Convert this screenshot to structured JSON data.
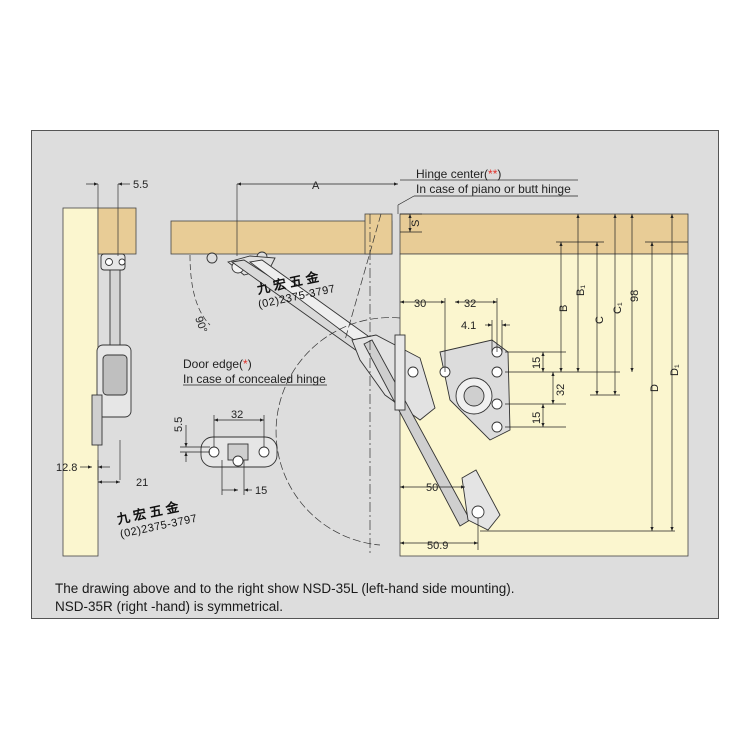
{
  "colors": {
    "wood": "#e8cc96",
    "cabinet": "#fbf6cf",
    "background": "#dddddd",
    "line": "#222222",
    "accent_red": "#e0312a"
  },
  "labels": {
    "hinge_center": "Hinge center(",
    "hinge_center_mark": "**",
    "hinge_center_close": ")",
    "piano_note": "In case of piano or butt hinge",
    "door_edge": "Door edge(",
    "door_edge_mark": "*",
    "door_edge_close": ")",
    "concealed_note": "In case of concealed hinge"
  },
  "dims": {
    "d_5_5_top": "5.5",
    "d_A": "A",
    "d_S": "S",
    "d_30": "30",
    "d_32_top": "32",
    "d_4_1": "4.1",
    "d_B": "B",
    "d_B1": "B₁",
    "d_C": "C",
    "d_C1": "C₁",
    "d_98": "98",
    "d_D": "D",
    "d_D1": "D₁",
    "d_15_a": "15",
    "d_32_side": "32",
    "d_15_b": "15",
    "d_50": "50",
    "d_50_9": "50.9",
    "d_90": "90°",
    "d_32_plate": "32",
    "d_5_5_plate": "5.5",
    "d_15_plate": "15",
    "d_12_8": "12.8",
    "d_21": "21"
  },
  "watermark": {
    "chars": "九 宏 五 金",
    "phone": "(02)2375-3797"
  },
  "caption": {
    "line1": "The drawing above and to the right show NSD-35L (left-hand side mounting).",
    "line2": "NSD-35R (right -hand) is symmetrical."
  }
}
